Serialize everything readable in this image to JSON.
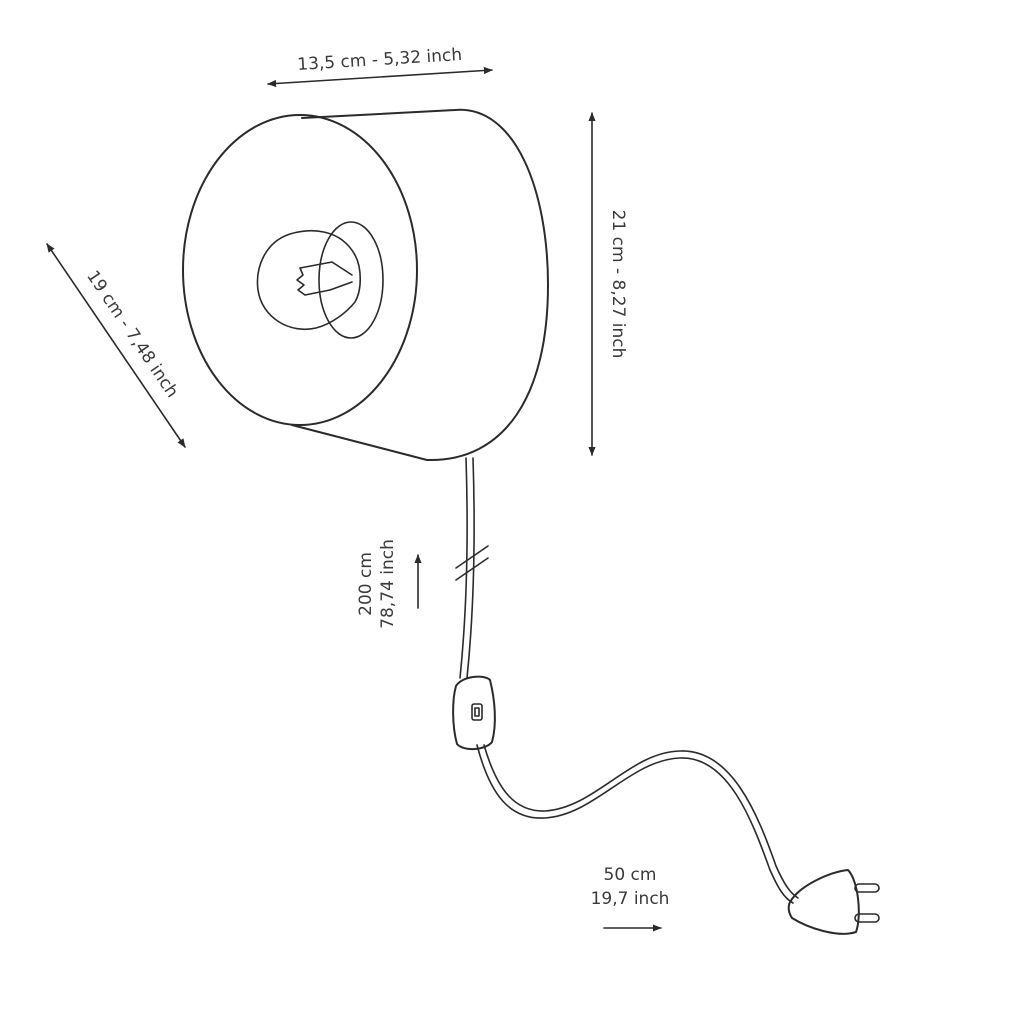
{
  "dimensions": {
    "width": "13,5 cm - 5,32 inch",
    "height": "21 cm - 8,27 inch",
    "depth": "19 cm - 7,48 inch",
    "cable_cm": "200 cm",
    "cable_inch": "78,74 inch",
    "plug_cm": "50 cm",
    "plug_inch": "19,7 inch"
  },
  "colors": {
    "ink": "#2b2b2b",
    "background": "#ffffff"
  }
}
